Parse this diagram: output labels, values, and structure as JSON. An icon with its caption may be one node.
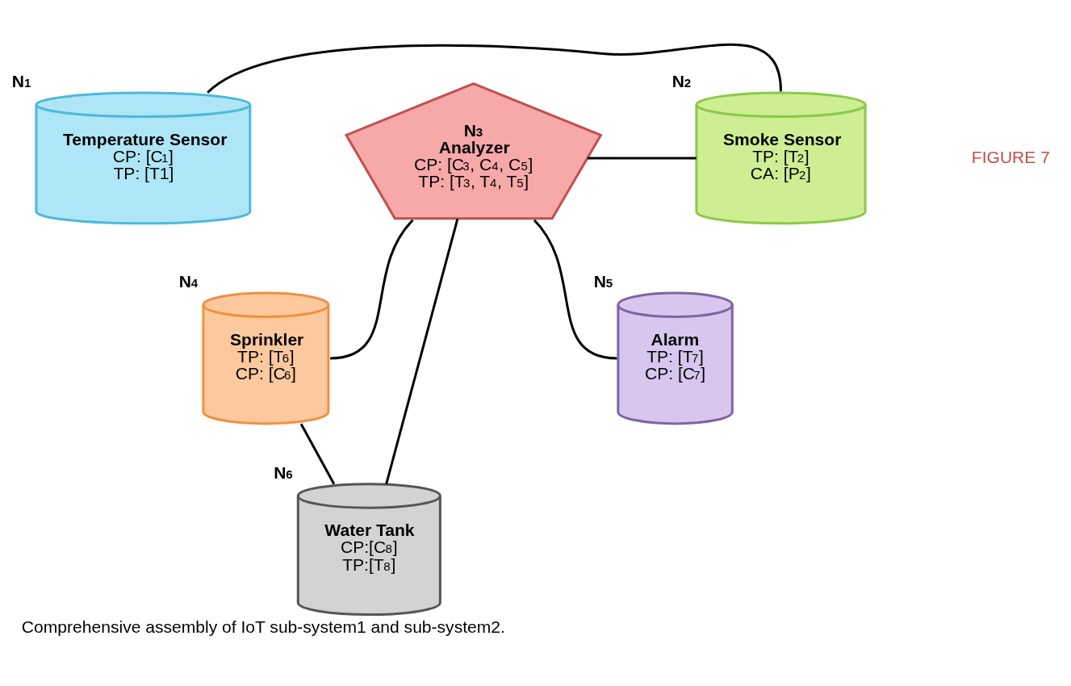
{
  "diagram": {
    "caption": "Comprehensive assembly of IoT sub-system1 and sub-system2.",
    "nodes": [
      {
        "text": [
          "Temperature Sensor",
          "CP: [C$_{1}$]",
          "TP: [T1]"
        ],
        "beside": [
          "N$_{1}$"
        ]
      },
      {
        "text": [
          "N$_{3}$",
          "Analyzer",
          "CP: [C$_{3}$, C$_{4}$, C$_{5}$]",
          "TP: [T$_{3}$, T$_{4}$, T$_{5}$]"
        ]
      },
      {
        "text": [
          "Smoke Sensor",
          "TP: [T$_{2}$]",
          "CA: [P$_{2}$]"
        ],
        "beside": [
          "N$_{2}$"
        ]
      },
      {
        "text": [
          "Sprinkler",
          "TP: [T$_{6}$]",
          "CP: [C$_{6}$]"
        ],
        "beside": [
          "N$_{4}$"
        ]
      },
      {
        "text": [
          "Alarm",
          "TP: [T$_{7}$]",
          "CP: [C$_{7}$]"
        ],
        "beside": [
          "N$_{5}$"
        ]
      },
      {
        "text": [
          "Water Tank",
          "CP:[C$_{8}$]",
          "TP:[T$_{8}$]"
        ],
        "beside": [
          "N$_{6}$"
        ]
      }
    ],
    "edges": [
      {
        "from": 0,
        "to": 2,
        "arrow": "none"
      },
      {
        "from": 1,
        "to": 2,
        "arrow": "none"
      },
      {
        "from": 1,
        "to": 4,
        "arrow": "none"
      },
      {
        "from": 1,
        "to": 5,
        "arrow": "none"
      },
      {
        "from": 3,
        "to": 1,
        "arrow": "none"
      },
      {
        "from": 3,
        "to": 5,
        "arrow": "none"
      }
    ],
    "labels": [
      "FIGURE 7"
    ]
  }
}
